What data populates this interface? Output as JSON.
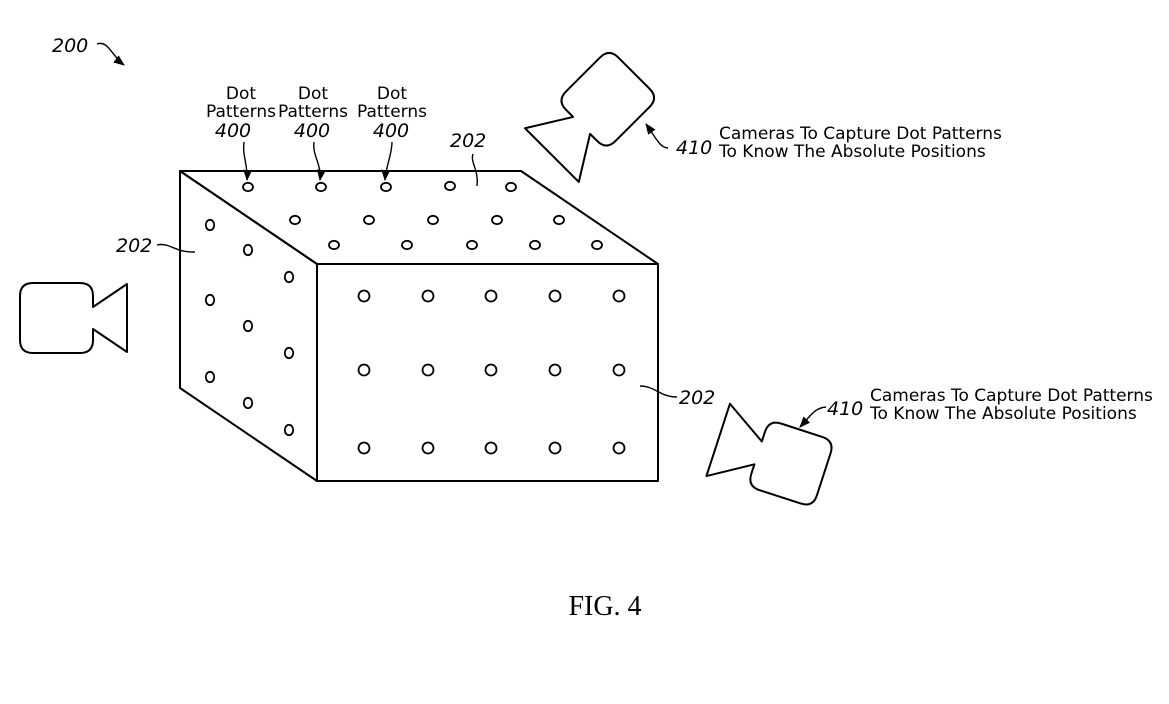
{
  "figure": {
    "number_ref": "200",
    "caption": "FIG. 4"
  },
  "labels": {
    "dot_patterns": [
      {
        "line1": "Dot",
        "line2": "Patterns",
        "ref": "400"
      },
      {
        "line1": "Dot",
        "line2": "Patterns",
        "ref": "400"
      },
      {
        "line1": "Dot",
        "line2": "Patterns",
        "ref": "400"
      }
    ],
    "surface_ref_top": "202",
    "surface_ref_left": "202",
    "surface_ref_front": "202",
    "camera_top_right": {
      "ref": "410",
      "line1": "Cameras To Capture Dot Patterns",
      "line2": "To Know The Absolute Positions"
    },
    "camera_bottom_right": {
      "ref": "410",
      "line1": "Cameras To Capture Dot Patterns",
      "line2": "To Know The Absolute Positions"
    }
  },
  "colors": {
    "ink": "#000000",
    "paper": "#ffffff"
  }
}
